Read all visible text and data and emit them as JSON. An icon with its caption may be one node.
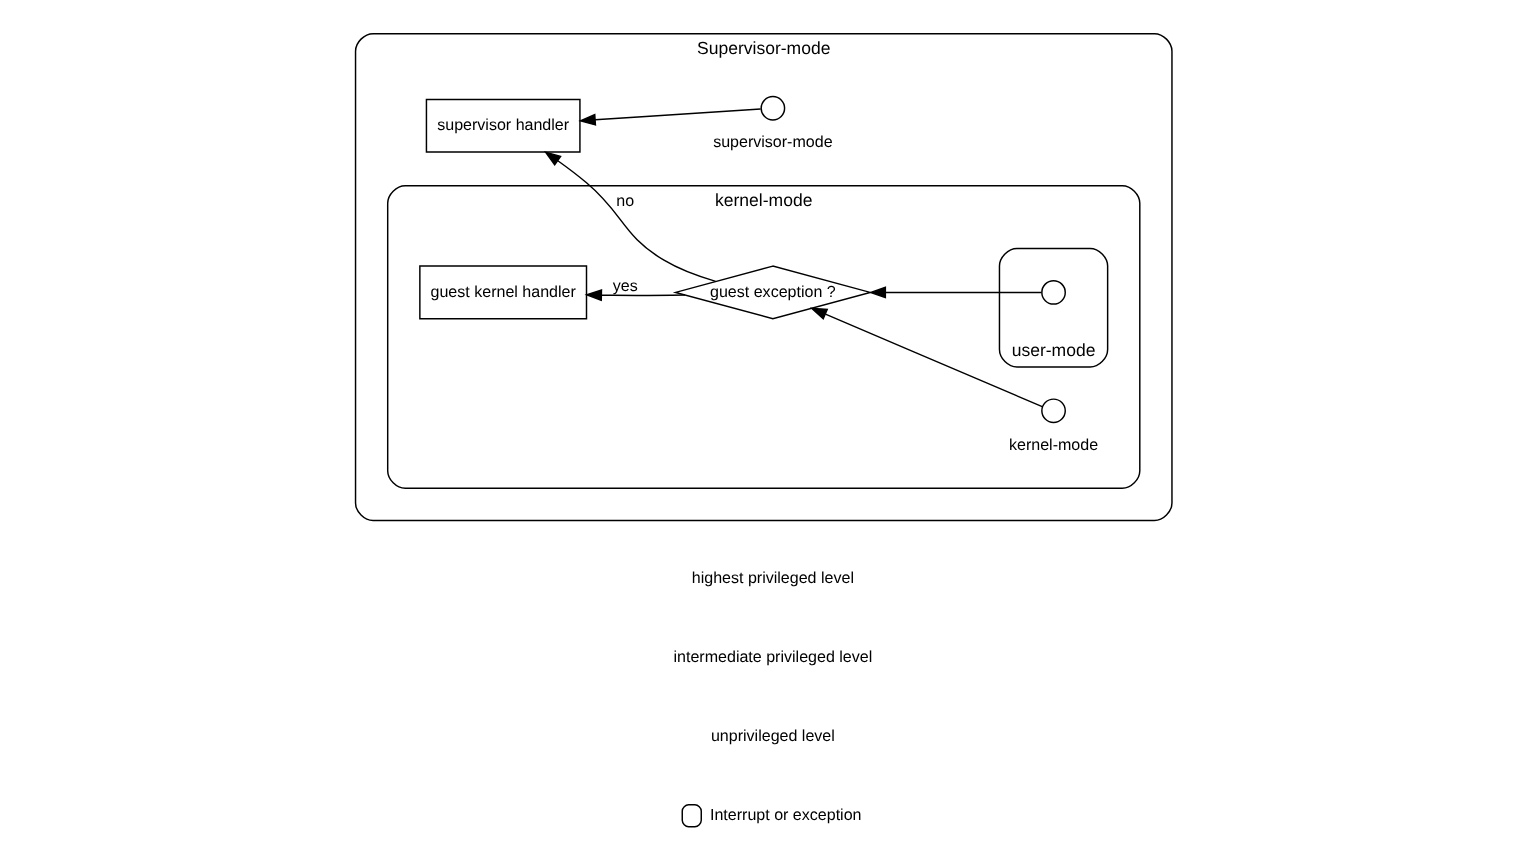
{
  "diagram": {
    "nodes": [
      {
        "text": [
          "Supervisor-mode"
        ]
      },
      {
        "text": [
          "kernel-mode"
        ],
        "in": 0
      },
      {
        "text": [
          "guest kernel handler"
        ],
        "in": 1
      },
      {
        "text": [
          "guest exception ?"
        ],
        "in": 1
      },
      {
        "text": [
          "user-mode"
        ],
        "in": 1
      },
      {
        "text": [],
        "shape": "circle",
        "in": 4
      },
      {
        "text": [
          "supervisor handler"
        ],
        "in": 0
      },
      {
        "text": [],
        "shape": "circle",
        "in": 0,
        "beside": [
          "supervisor-mode"
        ]
      },
      {
        "text": [],
        "shape": "circle",
        "in": 1,
        "beside": [
          "kernel-mode"
        ]
      }
    ],
    "edges": [
      {
        "from": 5,
        "to": 3,
        "arrow": "to"
      },
      {
        "from": 8,
        "to": 3,
        "arrow": "to"
      },
      {
        "from": 3,
        "to": 2,
        "arrow": "to",
        "label": "yes"
      },
      {
        "from": 3,
        "to": 6,
        "arrow": "to",
        "label": "no"
      },
      {
        "from": 7,
        "to": 6,
        "arrow": "to"
      }
    ],
    "labels": [
      "highest privileged level",
      "intermediate privileged level",
      "unprivileged level"
    ],
    "legend": [
      {
        "text": "Interrupt or exception"
      }
    ]
  }
}
